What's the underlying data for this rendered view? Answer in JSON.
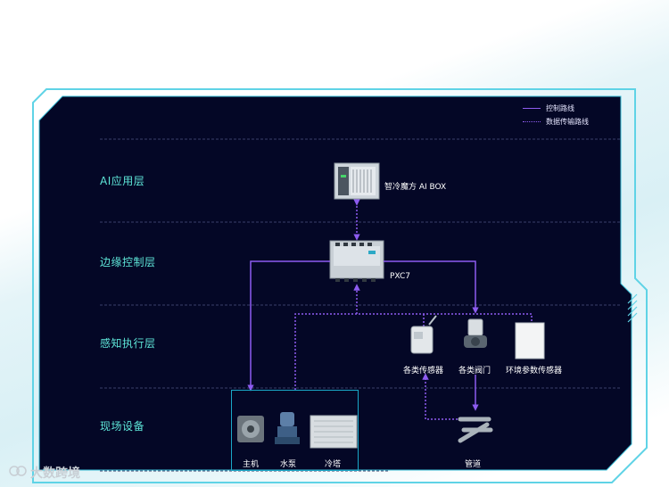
{
  "legend": {
    "control": "控制路线",
    "data": "数据传输路线"
  },
  "layers": {
    "ai": "AI应用层",
    "edge": "边缘控制层",
    "sense": "感知执行层",
    "field": "现场设备"
  },
  "nodes": {
    "aibox": "智冷魔方 AI BOX",
    "pxc7": "PXC7",
    "sensors": "各类传感器",
    "valves": "各类阀门",
    "env_sensor": "环境参数传感器",
    "host": "主机",
    "pump": "水泵",
    "tower": "冷塔",
    "pipe": "管道"
  },
  "watermark": "大数跨境",
  "colors": {
    "panel_bg": "#040726",
    "frame": "#5fd3e6",
    "layer_text": "#5ee6d8",
    "line": "#8d5cf0"
  }
}
